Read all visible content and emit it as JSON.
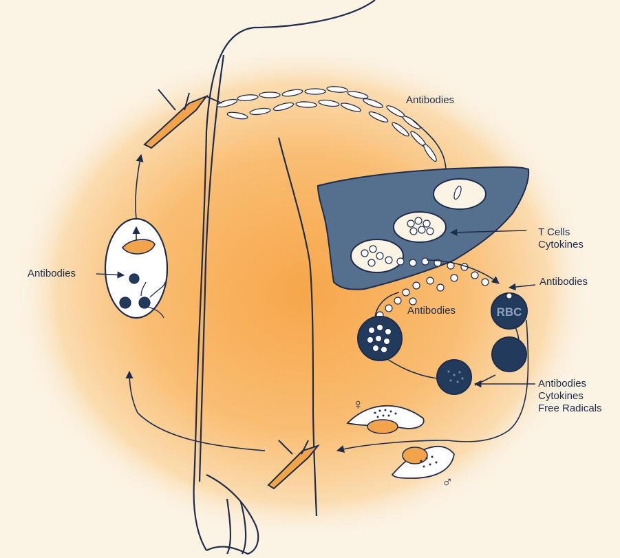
{
  "labels": {
    "antibodies_top": "Antibodies",
    "antibodies_left": "Antibodies",
    "t_cells": "T Cells",
    "cytokines_liver": "Cytokines",
    "antibodies_right": "Antibodies",
    "antibodies_center": "Antibodies",
    "rbc": "RBC",
    "antibodies_bottom": "Antibodies",
    "cytokines_bottom": "Cytokines",
    "free_radicals": "Free Radicals",
    "female_symbol": "♀",
    "male_symbol": "♂"
  },
  "colors": {
    "background": "#fbf3e4",
    "glow": "#f9b965",
    "liver": "#55708e",
    "outline": "#1f2b4d",
    "parasite_fill": "#f3a34a",
    "cell_dark": "#223a5c"
  }
}
